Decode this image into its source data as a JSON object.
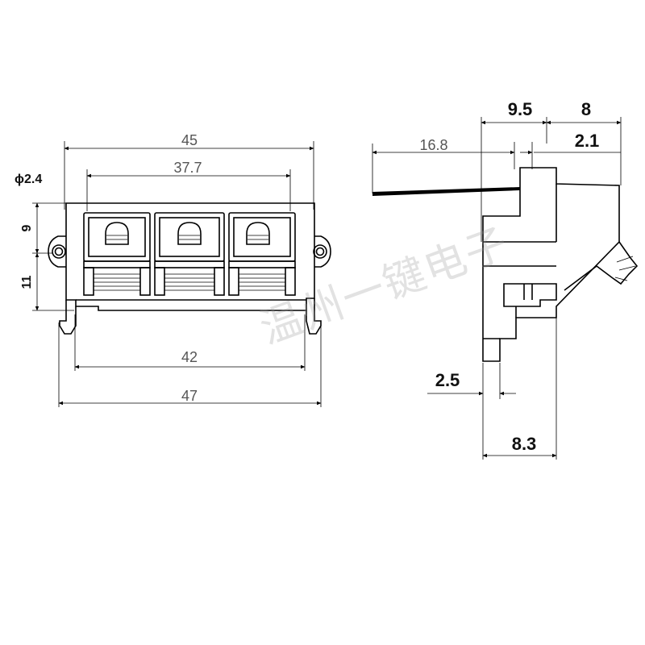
{
  "front_view": {
    "dims": {
      "width_top": "45",
      "pitch_span": "37.7",
      "hole_dia": "ϕ2.4",
      "height_upper": "9",
      "height_lower": "11",
      "width_inner": "42",
      "width_total": "47"
    }
  },
  "side_view": {
    "dims": {
      "lead_len": "16.8",
      "depth_a": "9.5",
      "depth_b": "8",
      "offset_c": "2.1",
      "pin_w": "2.5",
      "base_depth": "8.3"
    }
  },
  "watermark": "温州一键电子"
}
